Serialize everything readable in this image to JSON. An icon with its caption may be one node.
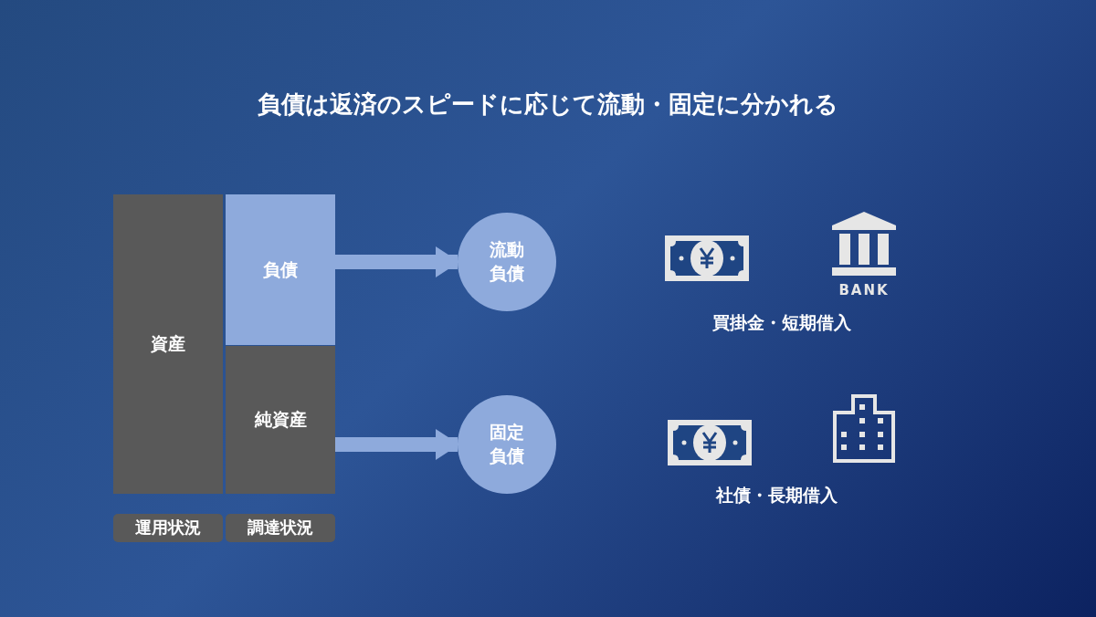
{
  "diagram": {
    "title": "負債は返済のスピードに応じて流動・固定に分かれる",
    "nodes": [
      {
        "text": [
          "資産"
        ]
      },
      {
        "text": [
          "負債"
        ]
      },
      {
        "text": [
          "純資産"
        ]
      },
      {
        "text": [
          "流動負債"
        ]
      },
      {
        "text": [
          "固定負債"
        ]
      },
      {
        "text": [
          "運用状況"
        ]
      },
      {
        "text": [
          "調達状況"
        ]
      }
    ],
    "edges": [
      {
        "from": 1,
        "to": 3,
        "arrow": "to"
      },
      {
        "from": 2,
        "to": 4,
        "arrow": "to"
      }
    ],
    "labels": [
      "BANK",
      "買掛金・短期借入",
      "社債・長期借入"
    ]
  }
}
